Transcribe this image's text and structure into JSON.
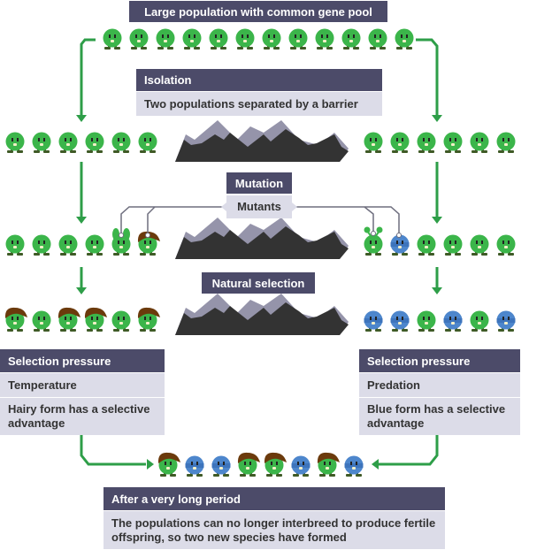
{
  "title": "Large population with common gene pool",
  "isolation": {
    "heading": "Isolation",
    "text": "Two populations separated by a barrier"
  },
  "mutation": {
    "heading": "Mutation",
    "label": "Mutants"
  },
  "natural_selection": {
    "heading": "Natural selection"
  },
  "left_pressure": {
    "heading": "Selection pressure",
    "factor": "Temperature",
    "result": "Hairy form has a selective advantage"
  },
  "right_pressure": {
    "heading": "Selection pressure",
    "factor": "Predation",
    "result": "Blue form has a selective advantage"
  },
  "final": {
    "heading": "After a very long period",
    "text": "The populations can no longer interbreed to produce fertile offspring, so two new species have formed"
  },
  "colors": {
    "green_body": "#3bb54a",
    "blue_body": "#4d86cc",
    "hair": "#6b3a0c",
    "arrow": "#2e9e48",
    "header_bg": "#4c4b69",
    "box_bg": "#dcdce8",
    "mountain_dark": "#333333",
    "mountain_snow": "#9594aa"
  },
  "populations": {
    "original": [
      "green",
      "green",
      "green",
      "green",
      "green",
      "green",
      "green",
      "green",
      "green",
      "green",
      "green",
      "green"
    ],
    "left_isolated": [
      "green",
      "green",
      "green",
      "green",
      "green",
      "green"
    ],
    "right_isolated": [
      "green",
      "green",
      "green",
      "green",
      "green",
      "green"
    ],
    "left_mutated": [
      "green",
      "green",
      "green",
      "green",
      "antenna-ears",
      "hairy"
    ],
    "right_mutated": [
      "antenna",
      "blue",
      "green",
      "green",
      "green",
      "green"
    ],
    "left_selected": [
      "hairy",
      "green",
      "hairy",
      "hairy",
      "green",
      "hairy"
    ],
    "right_selected": [
      "blue",
      "blue",
      "green",
      "blue",
      "green",
      "blue"
    ],
    "final_species": [
      "hairy",
      "blue",
      "blue",
      "hairy",
      "hairy",
      "blue",
      "hairy",
      "blue"
    ]
  }
}
